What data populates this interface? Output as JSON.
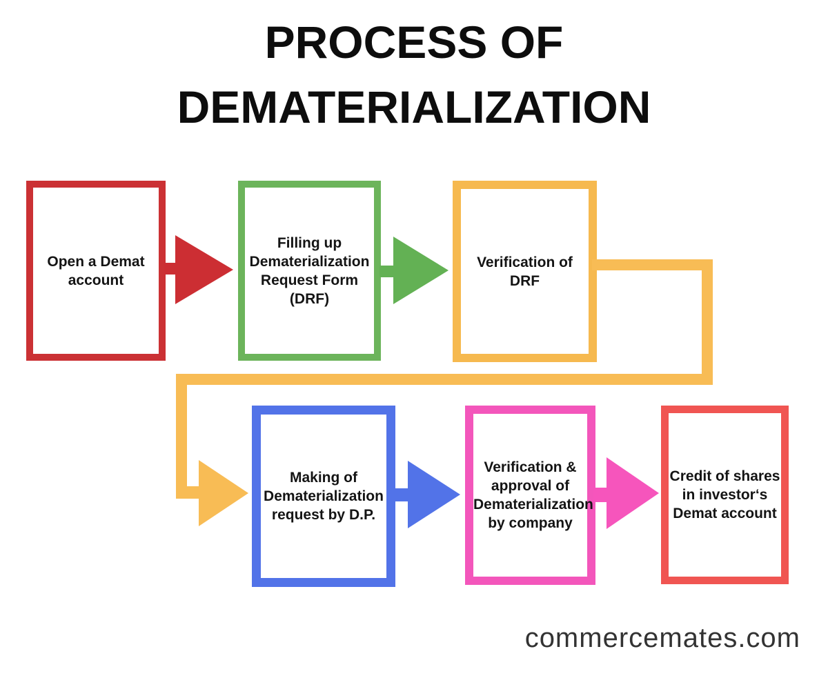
{
  "title": {
    "line1": "PROCESS OF",
    "line2": "DEMATERIALIZATION"
  },
  "steps": [
    {
      "label": "Open a Demat\naccount",
      "color": "#cb3134"
    },
    {
      "label": "Filling up\nDematerialization\nRequest Form\n(DRF)",
      "color": "#6cb45b"
    },
    {
      "label": "Verification of\nDRF",
      "color": "#f6b94f"
    },
    {
      "label": "Making of\nDematerialization\nrequest by D.P.",
      "color": "#5273e8"
    },
    {
      "label": "Verification &\napproval of\nDematerialization\nby company",
      "color": "#f356bb"
    },
    {
      "label": "Credit of shares\nin investor‘s\nDemat account",
      "color": "#f05552"
    }
  ],
  "arrows": {
    "step1_to_step2": {
      "color": "#cc2e33"
    },
    "step2_to_step3": {
      "color": "#63b154"
    },
    "step3_to_step4_connector": {
      "color": "#f8bc55"
    },
    "step4_to_step5": {
      "color": "#5273e8"
    },
    "step5_to_step6": {
      "color": "#f655bc"
    }
  },
  "watermark": "commercemates.com"
}
